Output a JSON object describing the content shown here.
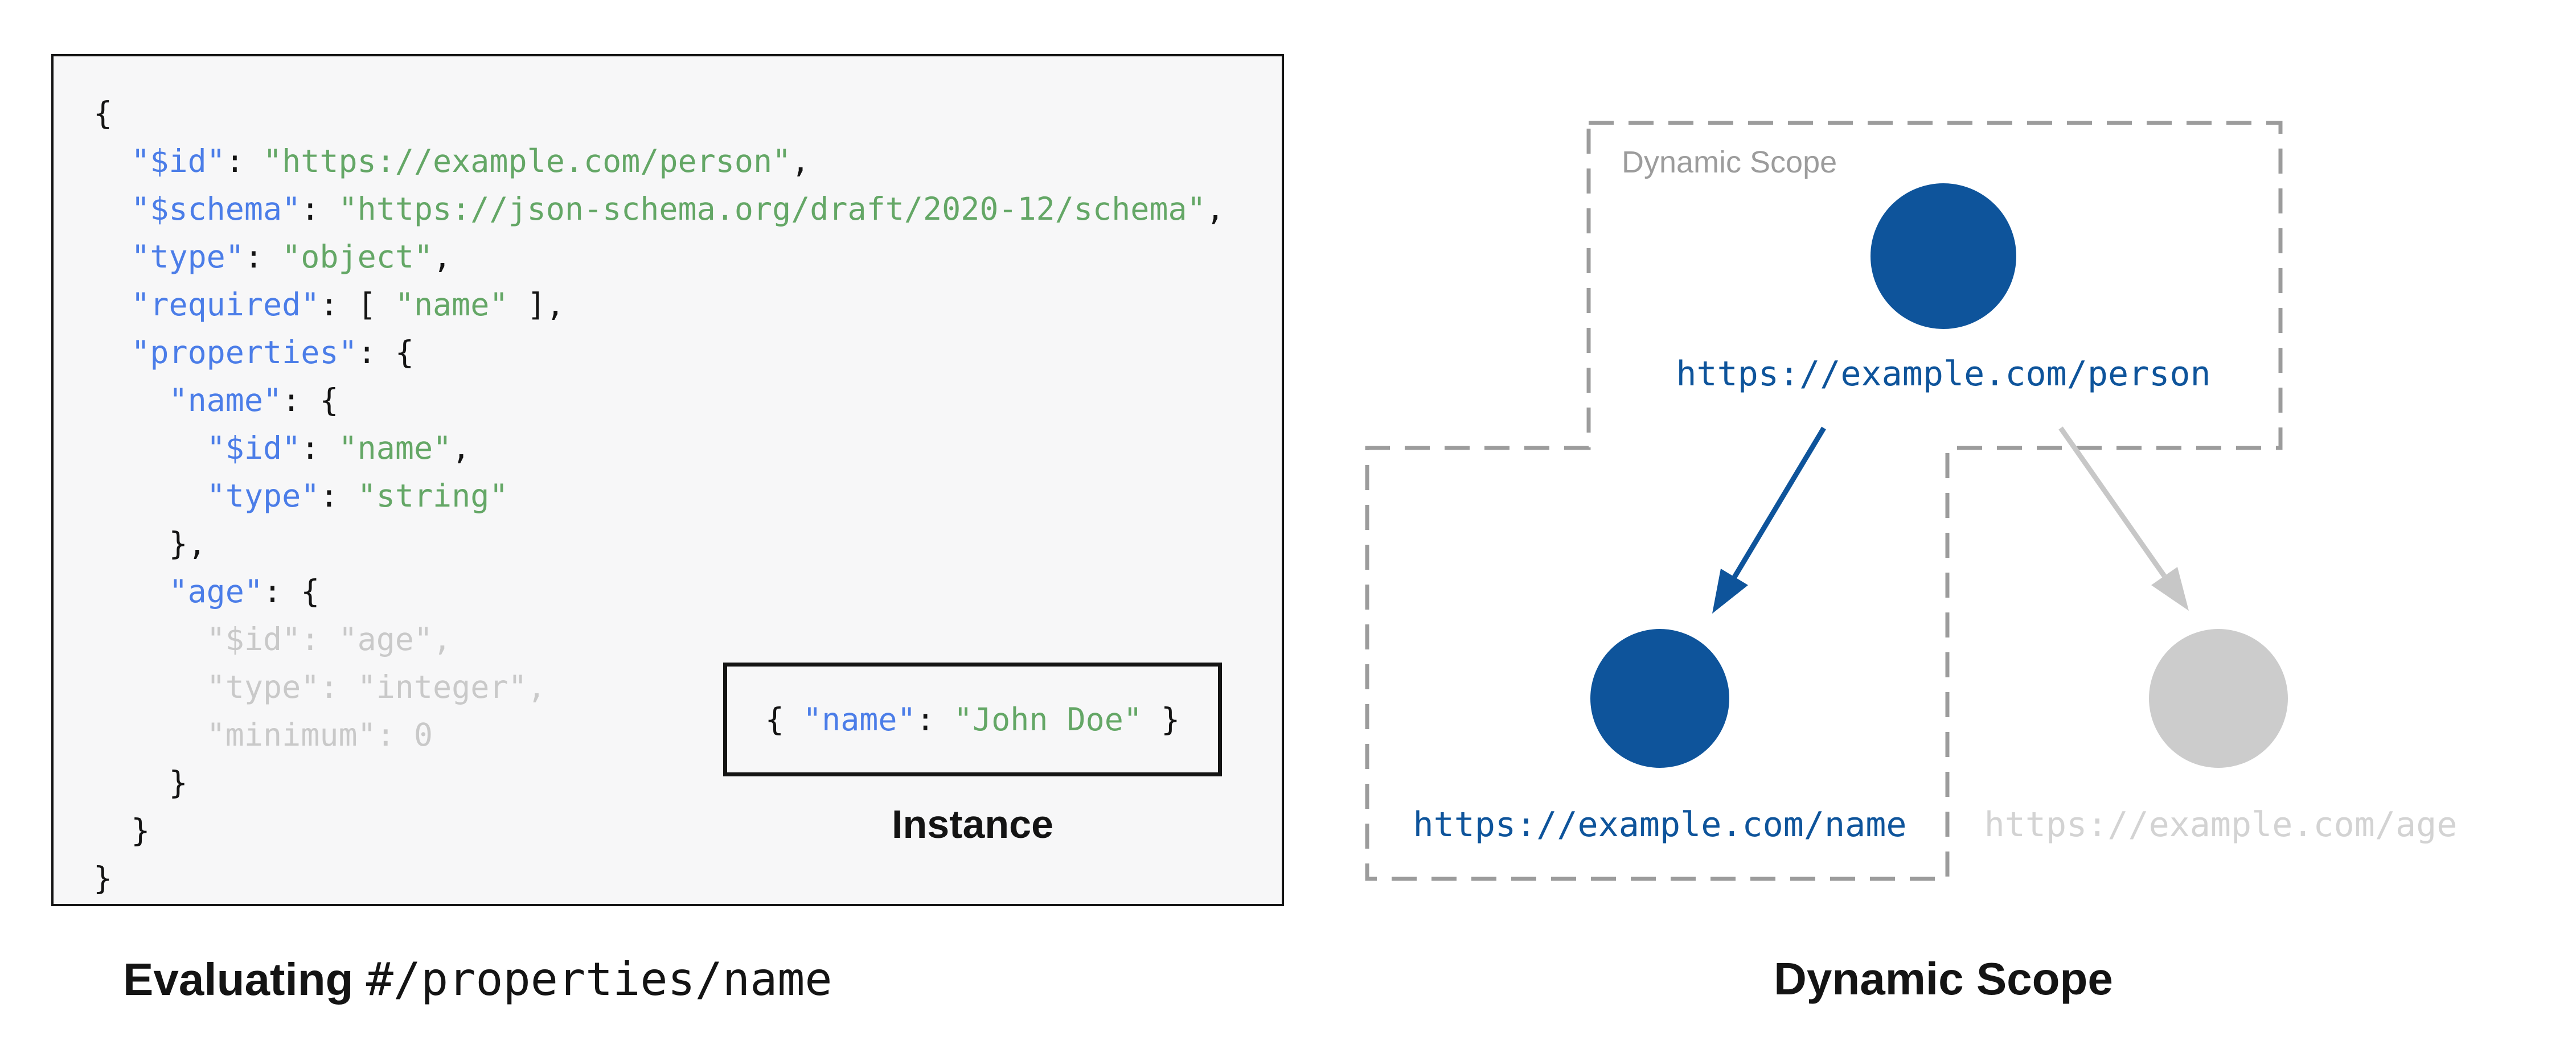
{
  "colors": {
    "ink": "#141414",
    "code_bg": "#f7f7f8",
    "code_key": "#4b7de8",
    "code_string": "#64a766",
    "code_muted": "#c9c9c9",
    "node_active": "#0e549b",
    "node_inactive": "#cccccc",
    "url_active": "#0e549b",
    "url_inactive": "#d3d3d3",
    "scope_gray": "#9c9c9c",
    "arrow_gray": "#c7c7c7"
  },
  "schema_panel": {
    "code_lines": [
      [
        {
          "t": "{",
          "c": "p"
        }
      ],
      [
        {
          "t": "  ",
          "c": "p"
        },
        {
          "t": "\"$id\"",
          "c": "k"
        },
        {
          "t": ": ",
          "c": "p"
        },
        {
          "t": "\"https://example.com/person\"",
          "c": "s"
        },
        {
          "t": ",",
          "c": "p"
        }
      ],
      [
        {
          "t": "  ",
          "c": "p"
        },
        {
          "t": "\"$schema\"",
          "c": "k"
        },
        {
          "t": ": ",
          "c": "p"
        },
        {
          "t": "\"https://json-schema.org/draft/2020-12/schema\"",
          "c": "s"
        },
        {
          "t": ",",
          "c": "p"
        }
      ],
      [
        {
          "t": "  ",
          "c": "p"
        },
        {
          "t": "\"type\"",
          "c": "k"
        },
        {
          "t": ": ",
          "c": "p"
        },
        {
          "t": "\"object\"",
          "c": "s"
        },
        {
          "t": ",",
          "c": "p"
        }
      ],
      [
        {
          "t": "  ",
          "c": "p"
        },
        {
          "t": "\"required\"",
          "c": "k"
        },
        {
          "t": ": [ ",
          "c": "p"
        },
        {
          "t": "\"name\"",
          "c": "s"
        },
        {
          "t": " ],",
          "c": "p"
        }
      ],
      [
        {
          "t": "  ",
          "c": "p"
        },
        {
          "t": "\"properties\"",
          "c": "k"
        },
        {
          "t": ": {",
          "c": "p"
        }
      ],
      [
        {
          "t": "    ",
          "c": "p"
        },
        {
          "t": "\"name\"",
          "c": "k"
        },
        {
          "t": ": {",
          "c": "p"
        }
      ],
      [
        {
          "t": "      ",
          "c": "p"
        },
        {
          "t": "\"$id\"",
          "c": "k"
        },
        {
          "t": ": ",
          "c": "p"
        },
        {
          "t": "\"name\"",
          "c": "s"
        },
        {
          "t": ",",
          "c": "p"
        }
      ],
      [
        {
          "t": "      ",
          "c": "p"
        },
        {
          "t": "\"type\"",
          "c": "k"
        },
        {
          "t": ": ",
          "c": "p"
        },
        {
          "t": "\"string\"",
          "c": "s"
        }
      ],
      [
        {
          "t": "    },",
          "c": "p"
        }
      ],
      [
        {
          "t": "    ",
          "c": "p"
        },
        {
          "t": "\"age\"",
          "c": "k"
        },
        {
          "t": ": {",
          "c": "p"
        }
      ],
      [
        {
          "t": "      \"$id\": \"age\",",
          "c": "m"
        }
      ],
      [
        {
          "t": "      \"type\": \"integer\",",
          "c": "m"
        }
      ],
      [
        {
          "t": "      \"minimum\": 0",
          "c": "m"
        }
      ],
      [
        {
          "t": "    }",
          "c": "p"
        }
      ],
      [
        {
          "t": "  }",
          "c": "p"
        }
      ],
      [
        {
          "t": "}",
          "c": "p"
        }
      ]
    ],
    "instance": {
      "segments": [
        {
          "t": "{ ",
          "c": "p"
        },
        {
          "t": "\"name\"",
          "c": "k"
        },
        {
          "t": ": ",
          "c": "p"
        },
        {
          "t": "\"John Doe\"",
          "c": "s"
        },
        {
          "t": " }",
          "c": "p"
        }
      ],
      "label": "Instance"
    },
    "caption_bold": "Evaluating ",
    "caption_mono": "#/properties/name"
  },
  "scope_panel": {
    "box_label": "Dynamic Scope",
    "caption": "Dynamic Scope",
    "nodes": [
      {
        "name": "person",
        "url": "https://example.com/person",
        "state": "in-scope"
      },
      {
        "name": "name",
        "url": "https://example.com/name",
        "state": "in-scope"
      },
      {
        "name": "age",
        "url": "https://example.com/age",
        "state": "out-of-scope"
      }
    ]
  }
}
